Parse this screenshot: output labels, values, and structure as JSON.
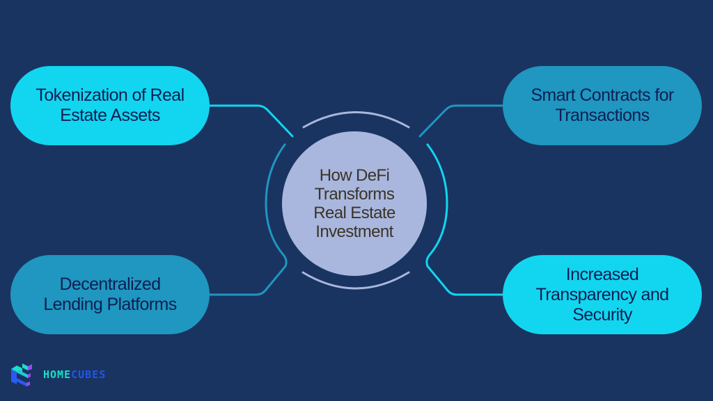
{
  "diagram": {
    "title": "How DeFi\nTransforms\nReal Estate\nInvestment",
    "nodes": [
      {
        "id": "top-left",
        "label": "Tokenization of Real\nEstate Assets",
        "color": "#12d6f0"
      },
      {
        "id": "top-right",
        "label": "Smart Contracts for\nTransactions",
        "color": "#1f97c0"
      },
      {
        "id": "bottom-left",
        "label": "Decentralized\nLending Platforms",
        "color": "#1f97c0"
      },
      {
        "id": "bottom-right",
        "label": "Increased\nTransparency and\nSecurity",
        "color": "#12d6f0"
      }
    ]
  },
  "colors": {
    "background": "#1a3461",
    "center_fill": "#a9b7de",
    "center_text": "#3a3328",
    "node_text": "#0f1f52",
    "bright_cyan": "#12d6f0",
    "mid_cyan": "#1f97c0",
    "arc_light": "#a9b7de"
  },
  "brand": {
    "name_part1": "HOME",
    "name_part2": "CUBES",
    "icon": "cube-logo-icon"
  }
}
